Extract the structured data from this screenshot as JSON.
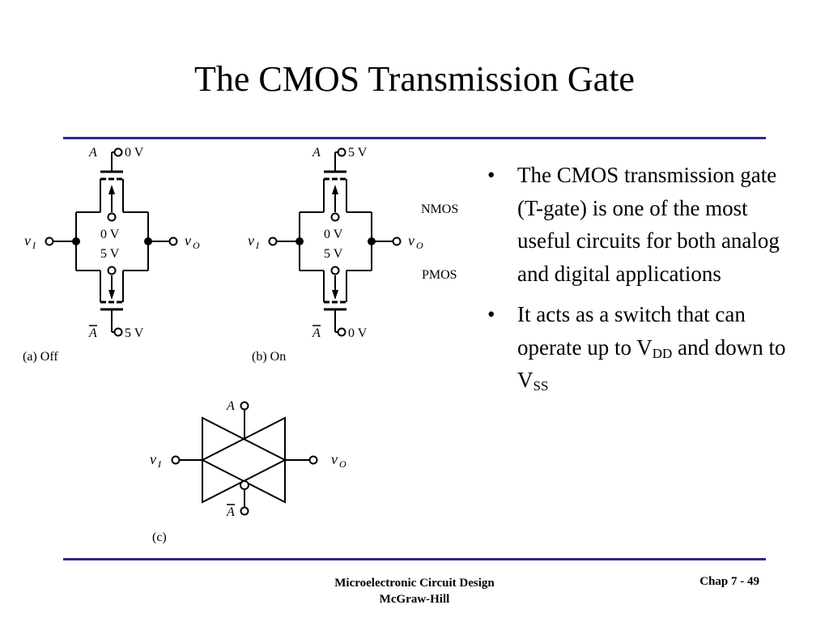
{
  "slide": {
    "title": "The CMOS Transmission Gate"
  },
  "figure": {
    "a": {
      "gate_label": "A",
      "gate_voltage": "0 V",
      "inner_top": "0 V",
      "inner_bottom": "5 V",
      "gate_bar_label": "A",
      "gate_bar_voltage": "5 V",
      "input": "v",
      "input_sub": "I",
      "output": "v",
      "output_sub": "O",
      "caption": "(a) Off"
    },
    "b": {
      "gate_label": "A",
      "gate_voltage": "5 V",
      "inner_top": "0 V",
      "inner_bottom": "5 V",
      "gate_bar_label": "A",
      "gate_bar_voltage": "0 V",
      "input": "v",
      "input_sub": "I",
      "output": "v",
      "output_sub": "O",
      "caption": "(b) On"
    },
    "nmos_label": "NMOS",
    "pmos_label": "PMOS",
    "c": {
      "gate_label": "A",
      "gate_bar_label": "A",
      "input": "v",
      "input_sub": "I",
      "output": "v",
      "output_sub": "O",
      "caption": "(c)"
    }
  },
  "bullets": [
    {
      "text": "The CMOS transmission gate (T-gate) is one of the most useful circuits for both analog and digital applications"
    },
    {
      "text_before": "It acts as a switch that can operate up to V",
      "sub1": "DD",
      "text_middle": " and down to V",
      "sub2": "SS"
    }
  ],
  "bullet_char": "•",
  "footer": {
    "line1": "Microelectronic Circuit Design",
    "line2": "McGraw-Hill",
    "page": "Chap 7 - 49"
  },
  "colors": {
    "rule": "#2a2a8c"
  }
}
